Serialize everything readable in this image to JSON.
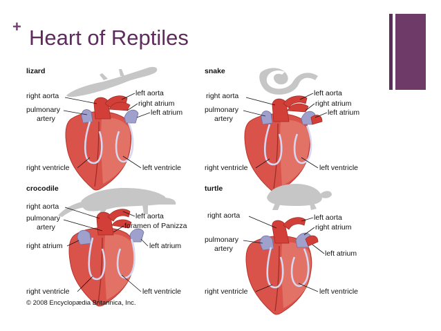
{
  "slide": {
    "title": "Heart of Reptiles",
    "bullet": "+"
  },
  "figure": {
    "copyright": "© 2008 Encyclopædia Britannica, Inc.",
    "panels": {
      "lizard": {
        "title": "lizard",
        "labels": [
          "right aorta",
          "pulmonary",
          "artery",
          "left aorta",
          "right atrium",
          "left atrium",
          "right ventricle",
          "left ventricle"
        ]
      },
      "snake": {
        "title": "snake",
        "labels": [
          "right aorta",
          "pulmonary",
          "artery",
          "left aorta",
          "right atrium",
          "left atrium",
          "right ventricle",
          "left ventricle"
        ]
      },
      "crocodile": {
        "title": "crocodile",
        "labels": [
          "right aorta",
          "pulmonary",
          "artery",
          "left aorta",
          "foramen of Panizza",
          "right atrium",
          "left atrium",
          "right ventricle",
          "left ventricle"
        ]
      },
      "turtle": {
        "title": "turtle",
        "labels": [
          "right aorta",
          "left aorta",
          "right atrium",
          "pulmonary",
          "artery",
          "left atrium",
          "right ventricle",
          "left ventricle"
        ]
      }
    }
  }
}
